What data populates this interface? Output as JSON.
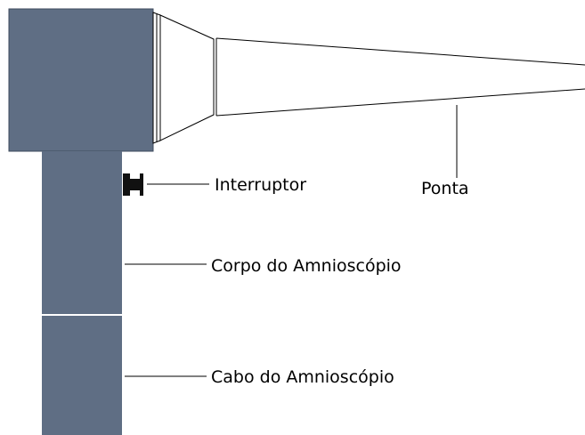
{
  "labels": {
    "switch": "Interruptor",
    "tip": "Ponta",
    "body": "Corpo do Amnioscópio",
    "handle": "Cabo do Amnioscópio"
  },
  "colors": {
    "device_fill": "#5f6e84",
    "line": "#000000",
    "switch_fill": "#111111",
    "divider": "#ffffff"
  }
}
